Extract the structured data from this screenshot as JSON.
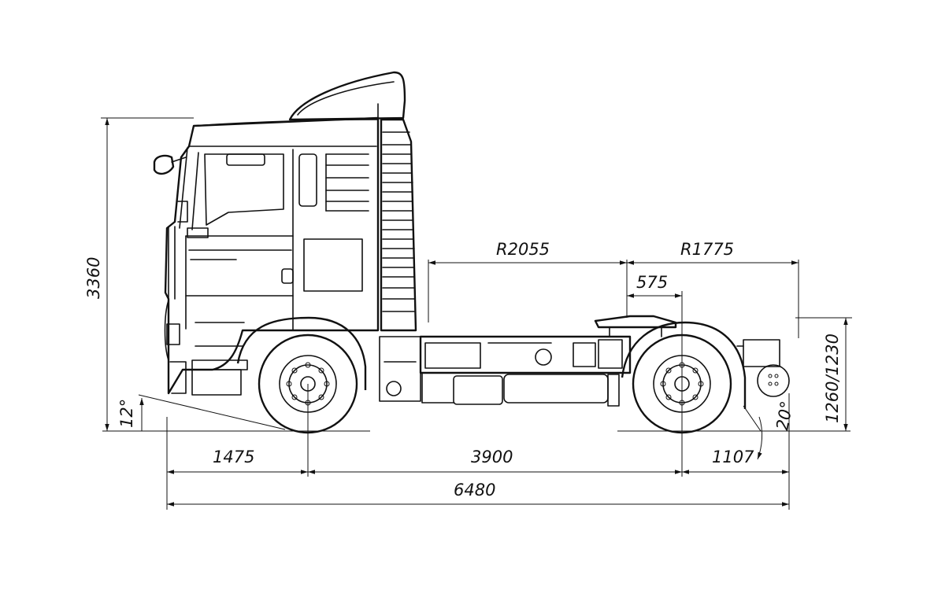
{
  "diagram": {
    "colors": {
      "line": "#111111",
      "background": "#ffffff"
    },
    "dimensions": {
      "overall_height": "3360",
      "fifth_wheel_height": "1260/1230",
      "front_overhang": "1475",
      "wheelbase": "3900",
      "rear_overhang": "1107",
      "overall_length": "6480",
      "front_swing_radius": "R2055",
      "rear_swing_radius": "R1775",
      "fifth_wheel_offset": "575",
      "approach_angle": "12°",
      "departure_angle": "20°"
    }
  }
}
